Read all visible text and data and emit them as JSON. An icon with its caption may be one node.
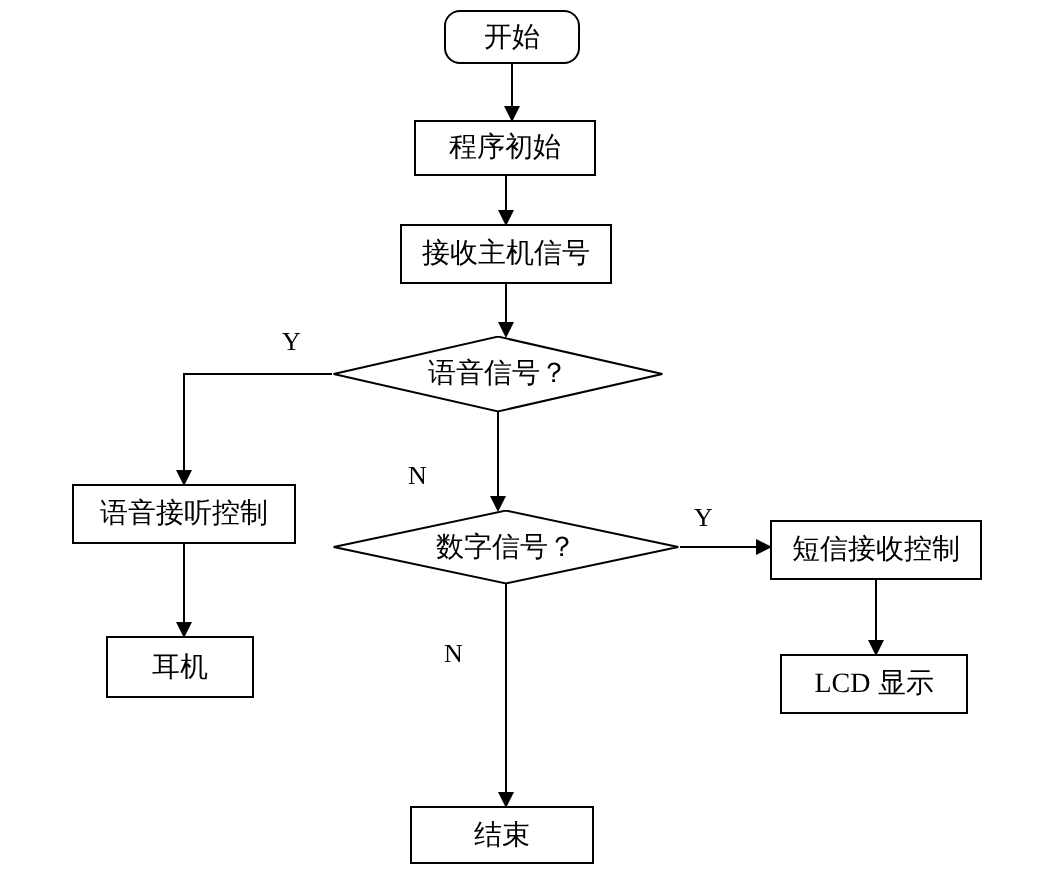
{
  "diagram": {
    "nodes": [
      {
        "text": [
          "开始"
        ]
      },
      {
        "text": [
          "程序初始"
        ]
      },
      {
        "text": [
          "接收主机信号"
        ]
      },
      {
        "text": [
          "语音信号？"
        ]
      },
      {
        "text": [
          "语音接听控制"
        ]
      },
      {
        "text": [
          "数字信号？"
        ]
      },
      {
        "text": [
          "短信接收控制"
        ]
      },
      {
        "text": [
          "耳机"
        ]
      },
      {
        "text": [
          "LCD 显示"
        ]
      },
      {
        "text": [
          "结束"
        ]
      }
    ],
    "edges": [
      {
        "from": 0,
        "to": 1,
        "arrow": "to"
      },
      {
        "from": 1,
        "to": 2,
        "arrow": "to"
      },
      {
        "from": 2,
        "to": 3,
        "arrow": "to"
      },
      {
        "from": 3,
        "to": 4,
        "arrow": "to",
        "label": "Y"
      },
      {
        "from": 3,
        "to": 5,
        "arrow": "to",
        "label": "N"
      },
      {
        "from": 5,
        "to": 6,
        "arrow": "to",
        "label": "Y"
      },
      {
        "from": 4,
        "to": 7,
        "arrow": "to"
      },
      {
        "from": 6,
        "to": 8,
        "arrow": "to"
      },
      {
        "from": 5,
        "to": 9,
        "arrow": "to",
        "label": "N"
      }
    ]
  }
}
